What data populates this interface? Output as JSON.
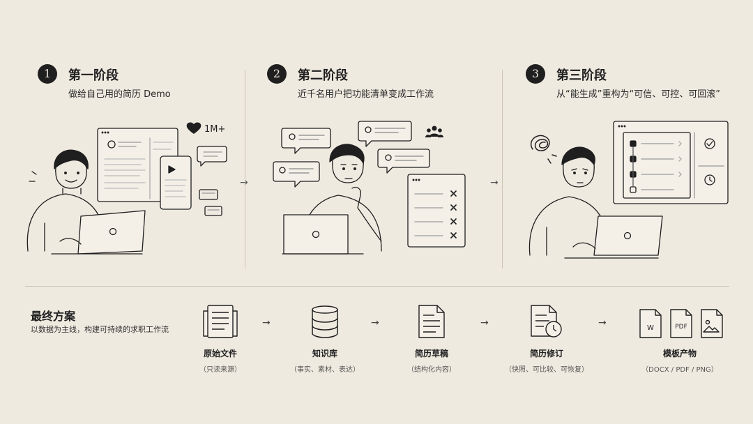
{
  "stages": [
    {
      "number": "1",
      "title": "第一阶段",
      "subtitle": "做给自己用的简历 Demo",
      "badge": "1M+"
    },
    {
      "number": "2",
      "title": "第二阶段",
      "subtitle": "近千名用户把功能清单变成工作流"
    },
    {
      "number": "3",
      "title": "第三阶段",
      "subtitle": "从“能生成”重构为“可信、可控、可回滚”"
    }
  ],
  "final": {
    "title": "最终方案",
    "subtitle": "以数据为主线，构建可持续的求职工作流",
    "steps": [
      {
        "label": "原始文件",
        "sub": "（只读来源）",
        "icon": "documents-icon"
      },
      {
        "label": "知识库",
        "sub": "（事实、素材、表达）",
        "icon": "database-icon"
      },
      {
        "label": "简历草稿",
        "sub": "（结构化内容）",
        "icon": "draft-icon"
      },
      {
        "label": "简历修订",
        "sub": "（快照、可比较、可恢复）",
        "icon": "revision-clock-icon"
      },
      {
        "label": "模板产物",
        "sub": "（DOCX / PDF / PNG）",
        "icon": "template-files-icon",
        "files": [
          "W",
          "PDF"
        ]
      }
    ]
  },
  "arrow": "→"
}
